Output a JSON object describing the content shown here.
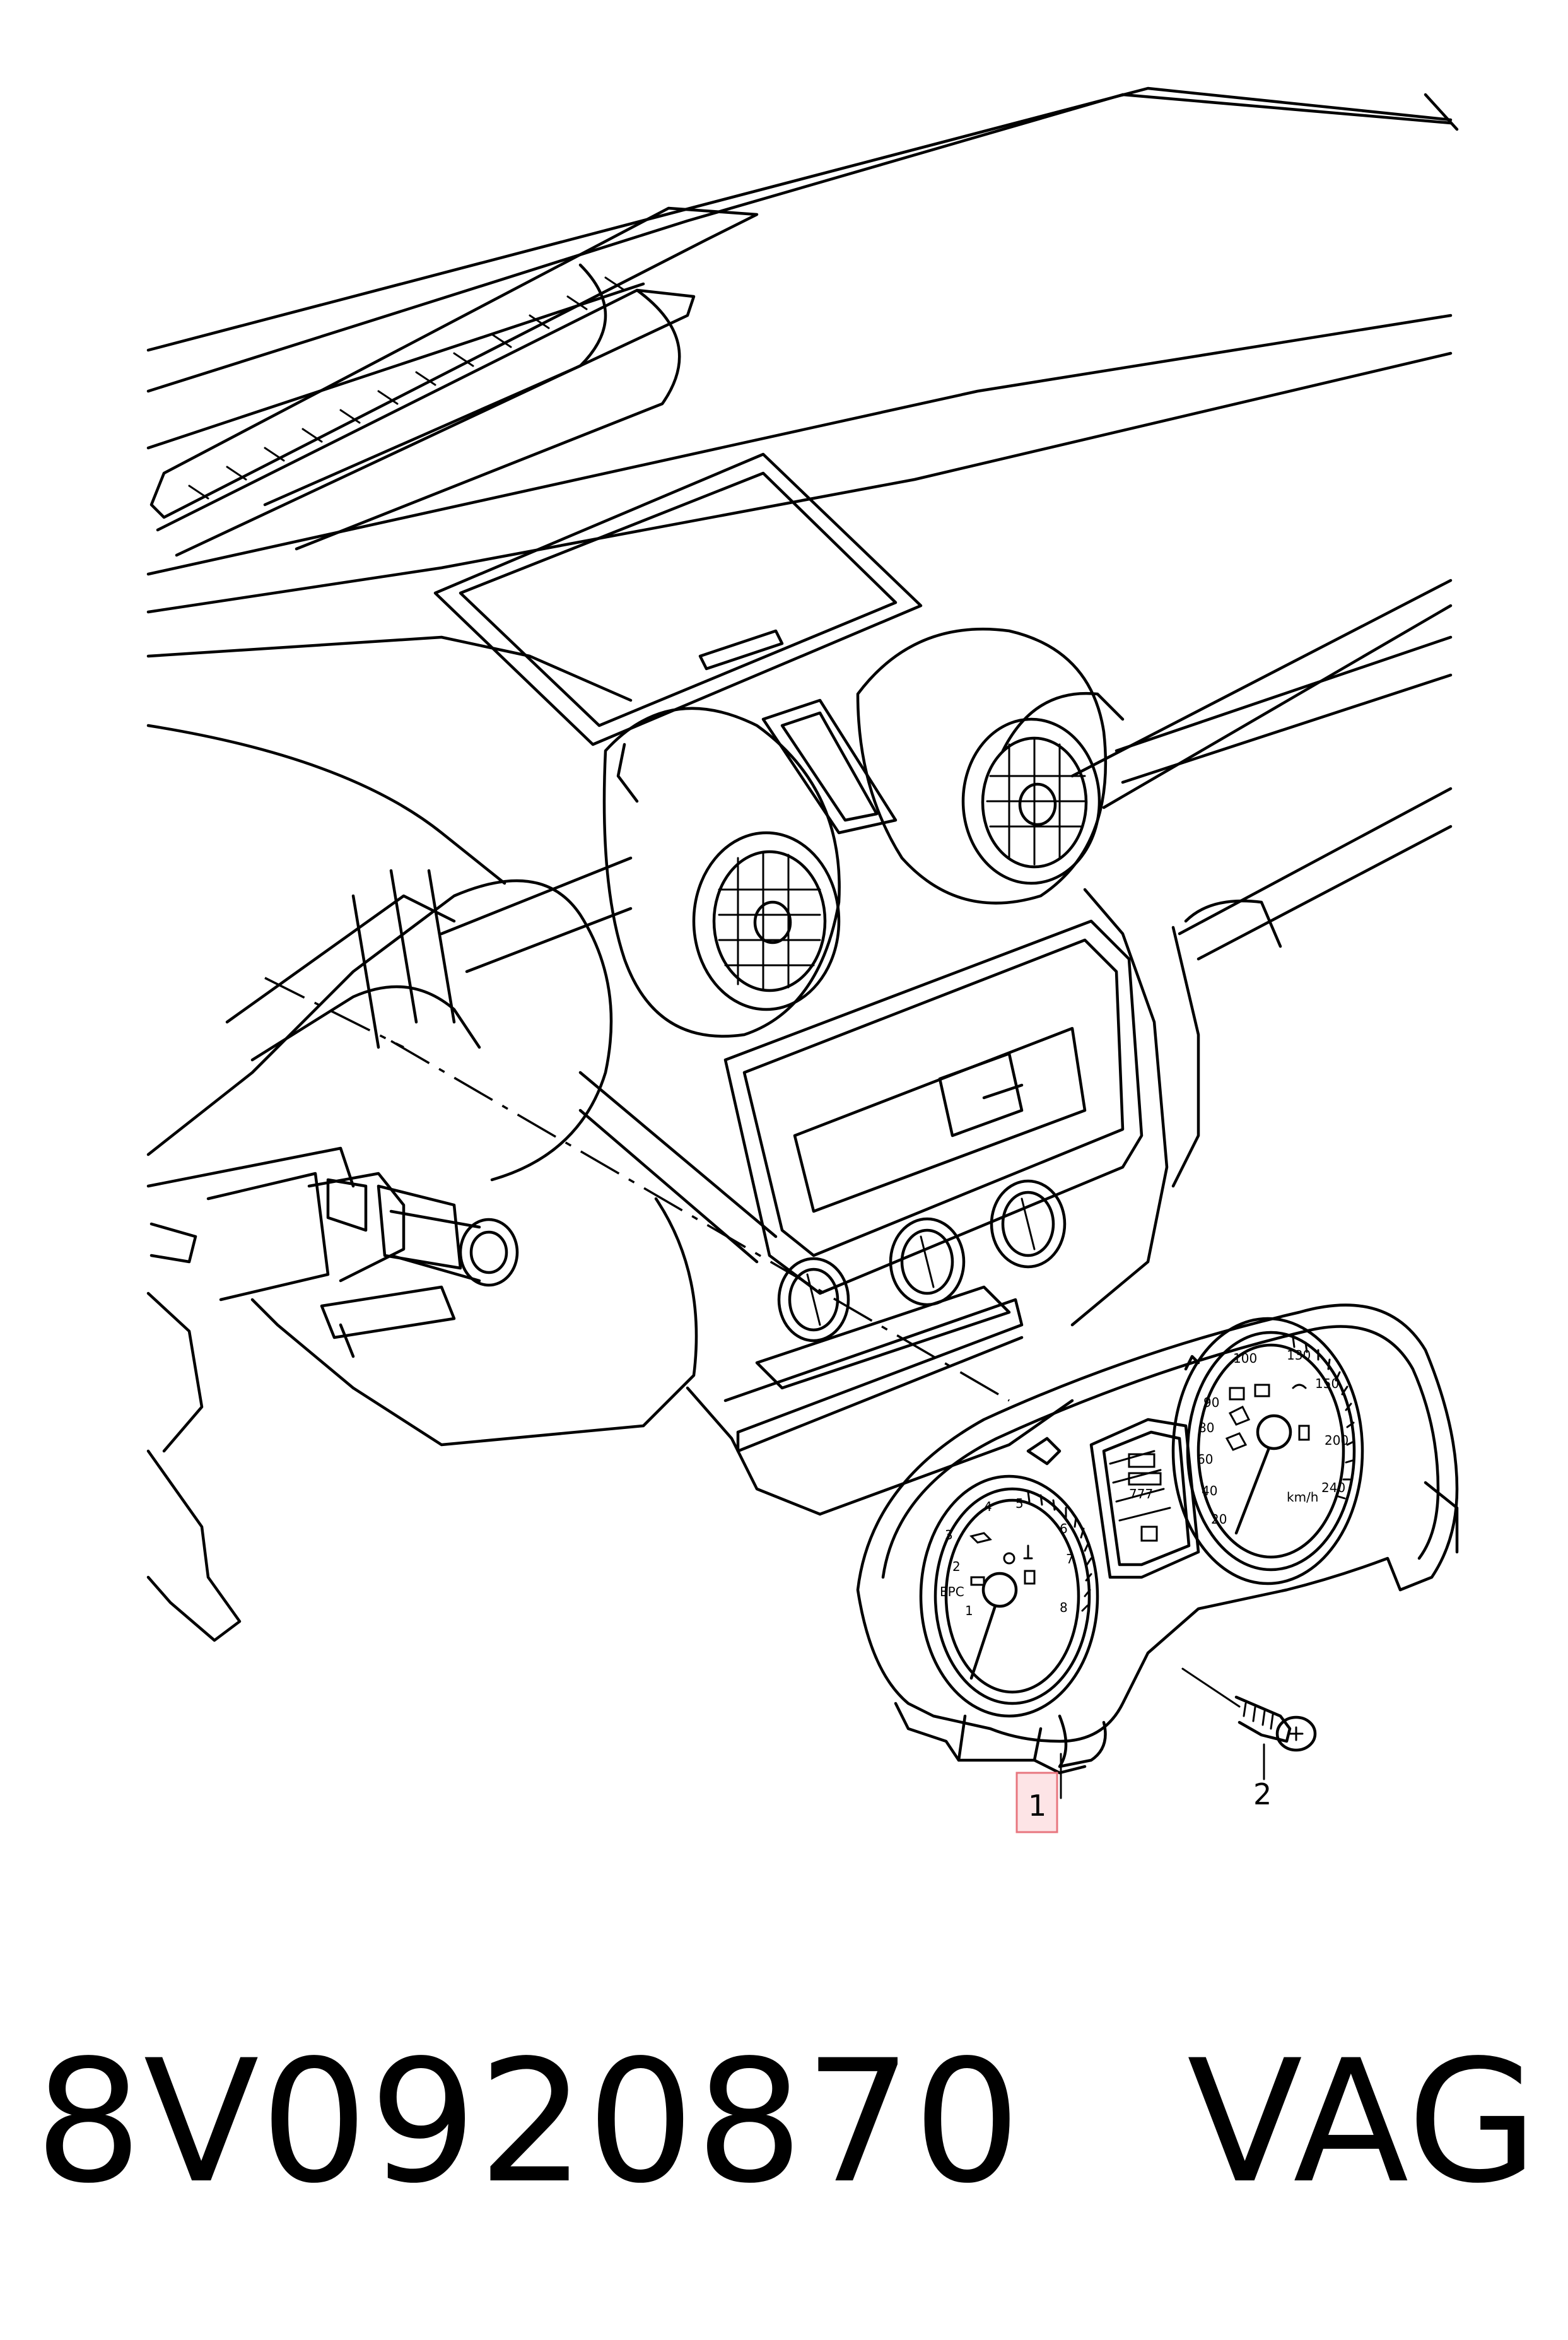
{
  "callouts": [
    {
      "label": "1",
      "highlighted": true
    },
    {
      "label": "2",
      "highlighted": false
    }
  ],
  "caption": {
    "part_number": "8V0920870",
    "brand": "VAG"
  },
  "left_gauge_numbers": [
    "1",
    "2",
    "3",
    "4",
    "5",
    "6",
    "7",
    "8"
  ],
  "right_gauge_numbers": [
    "20",
    "40",
    "60",
    "80",
    "90",
    "100",
    "130",
    "150",
    "200",
    "240"
  ],
  "gauge_labels": {
    "epc": "EPC",
    "odometer": "777",
    "unit": "km/h"
  },
  "colors": {
    "callout_highlight_fill": "#fde4e6",
    "callout_highlight_stroke": "#e8767f",
    "line": "#000000"
  }
}
